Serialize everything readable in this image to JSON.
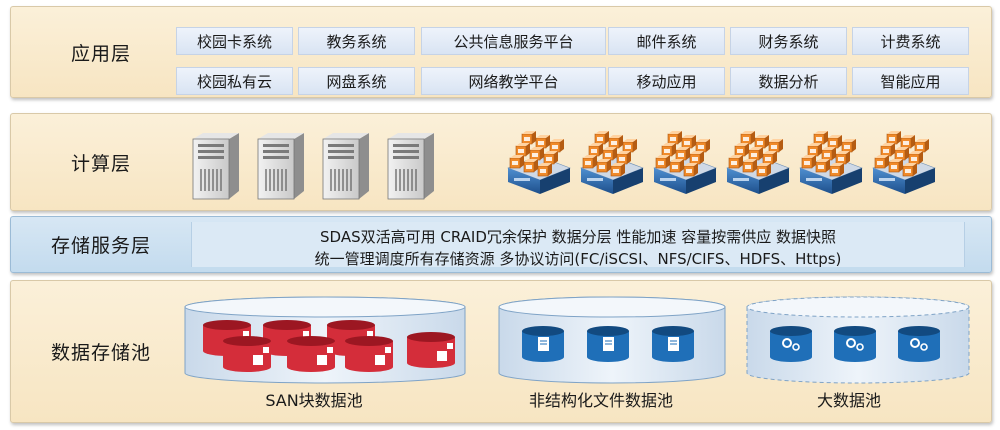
{
  "layers": {
    "application": {
      "label": "应用层",
      "rows": [
        [
          "校园卡系统",
          "教务系统",
          "公共信息服务平台",
          "邮件系统",
          "财务系统",
          "计费系统"
        ],
        [
          "校园私有云",
          "网盘系统",
          "网络教学平台",
          "移动应用",
          "数据分析",
          "智能应用"
        ]
      ]
    },
    "compute": {
      "label": "计算层",
      "server_icon_count": 4,
      "vm_cluster_icon_count": 6
    },
    "storage_service": {
      "label": "存储服务层",
      "line1": "SDAS双活高可用   CRAID冗余保护   数据分层   性能加速   容量按需供应   数据快照",
      "line2": "统一管理调度所有存储资源   多协议访问(FC/iSCSI、NFS/CIFS、HDFS、Https)"
    },
    "data_pool": {
      "label": "数据存储池",
      "pools": [
        {
          "caption": "SAN块数据池",
          "icon": "red-block-storage-icon",
          "color": "#d42d3a"
        },
        {
          "caption": "非结构化文件数据池",
          "icon": "blue-file-storage-icon",
          "color": "#1f6fb8"
        },
        {
          "caption": "大数据池",
          "icon": "blue-bigdata-storage-icon",
          "color": "#1f6fb8"
        }
      ]
    }
  },
  "colors": {
    "layer_bg": "#f7e5c2",
    "service_bg": "#c3dbee",
    "app_button_bg": "#dde7f4",
    "san_red": "#d42d3a",
    "disk_blue": "#1f6fb8"
  }
}
